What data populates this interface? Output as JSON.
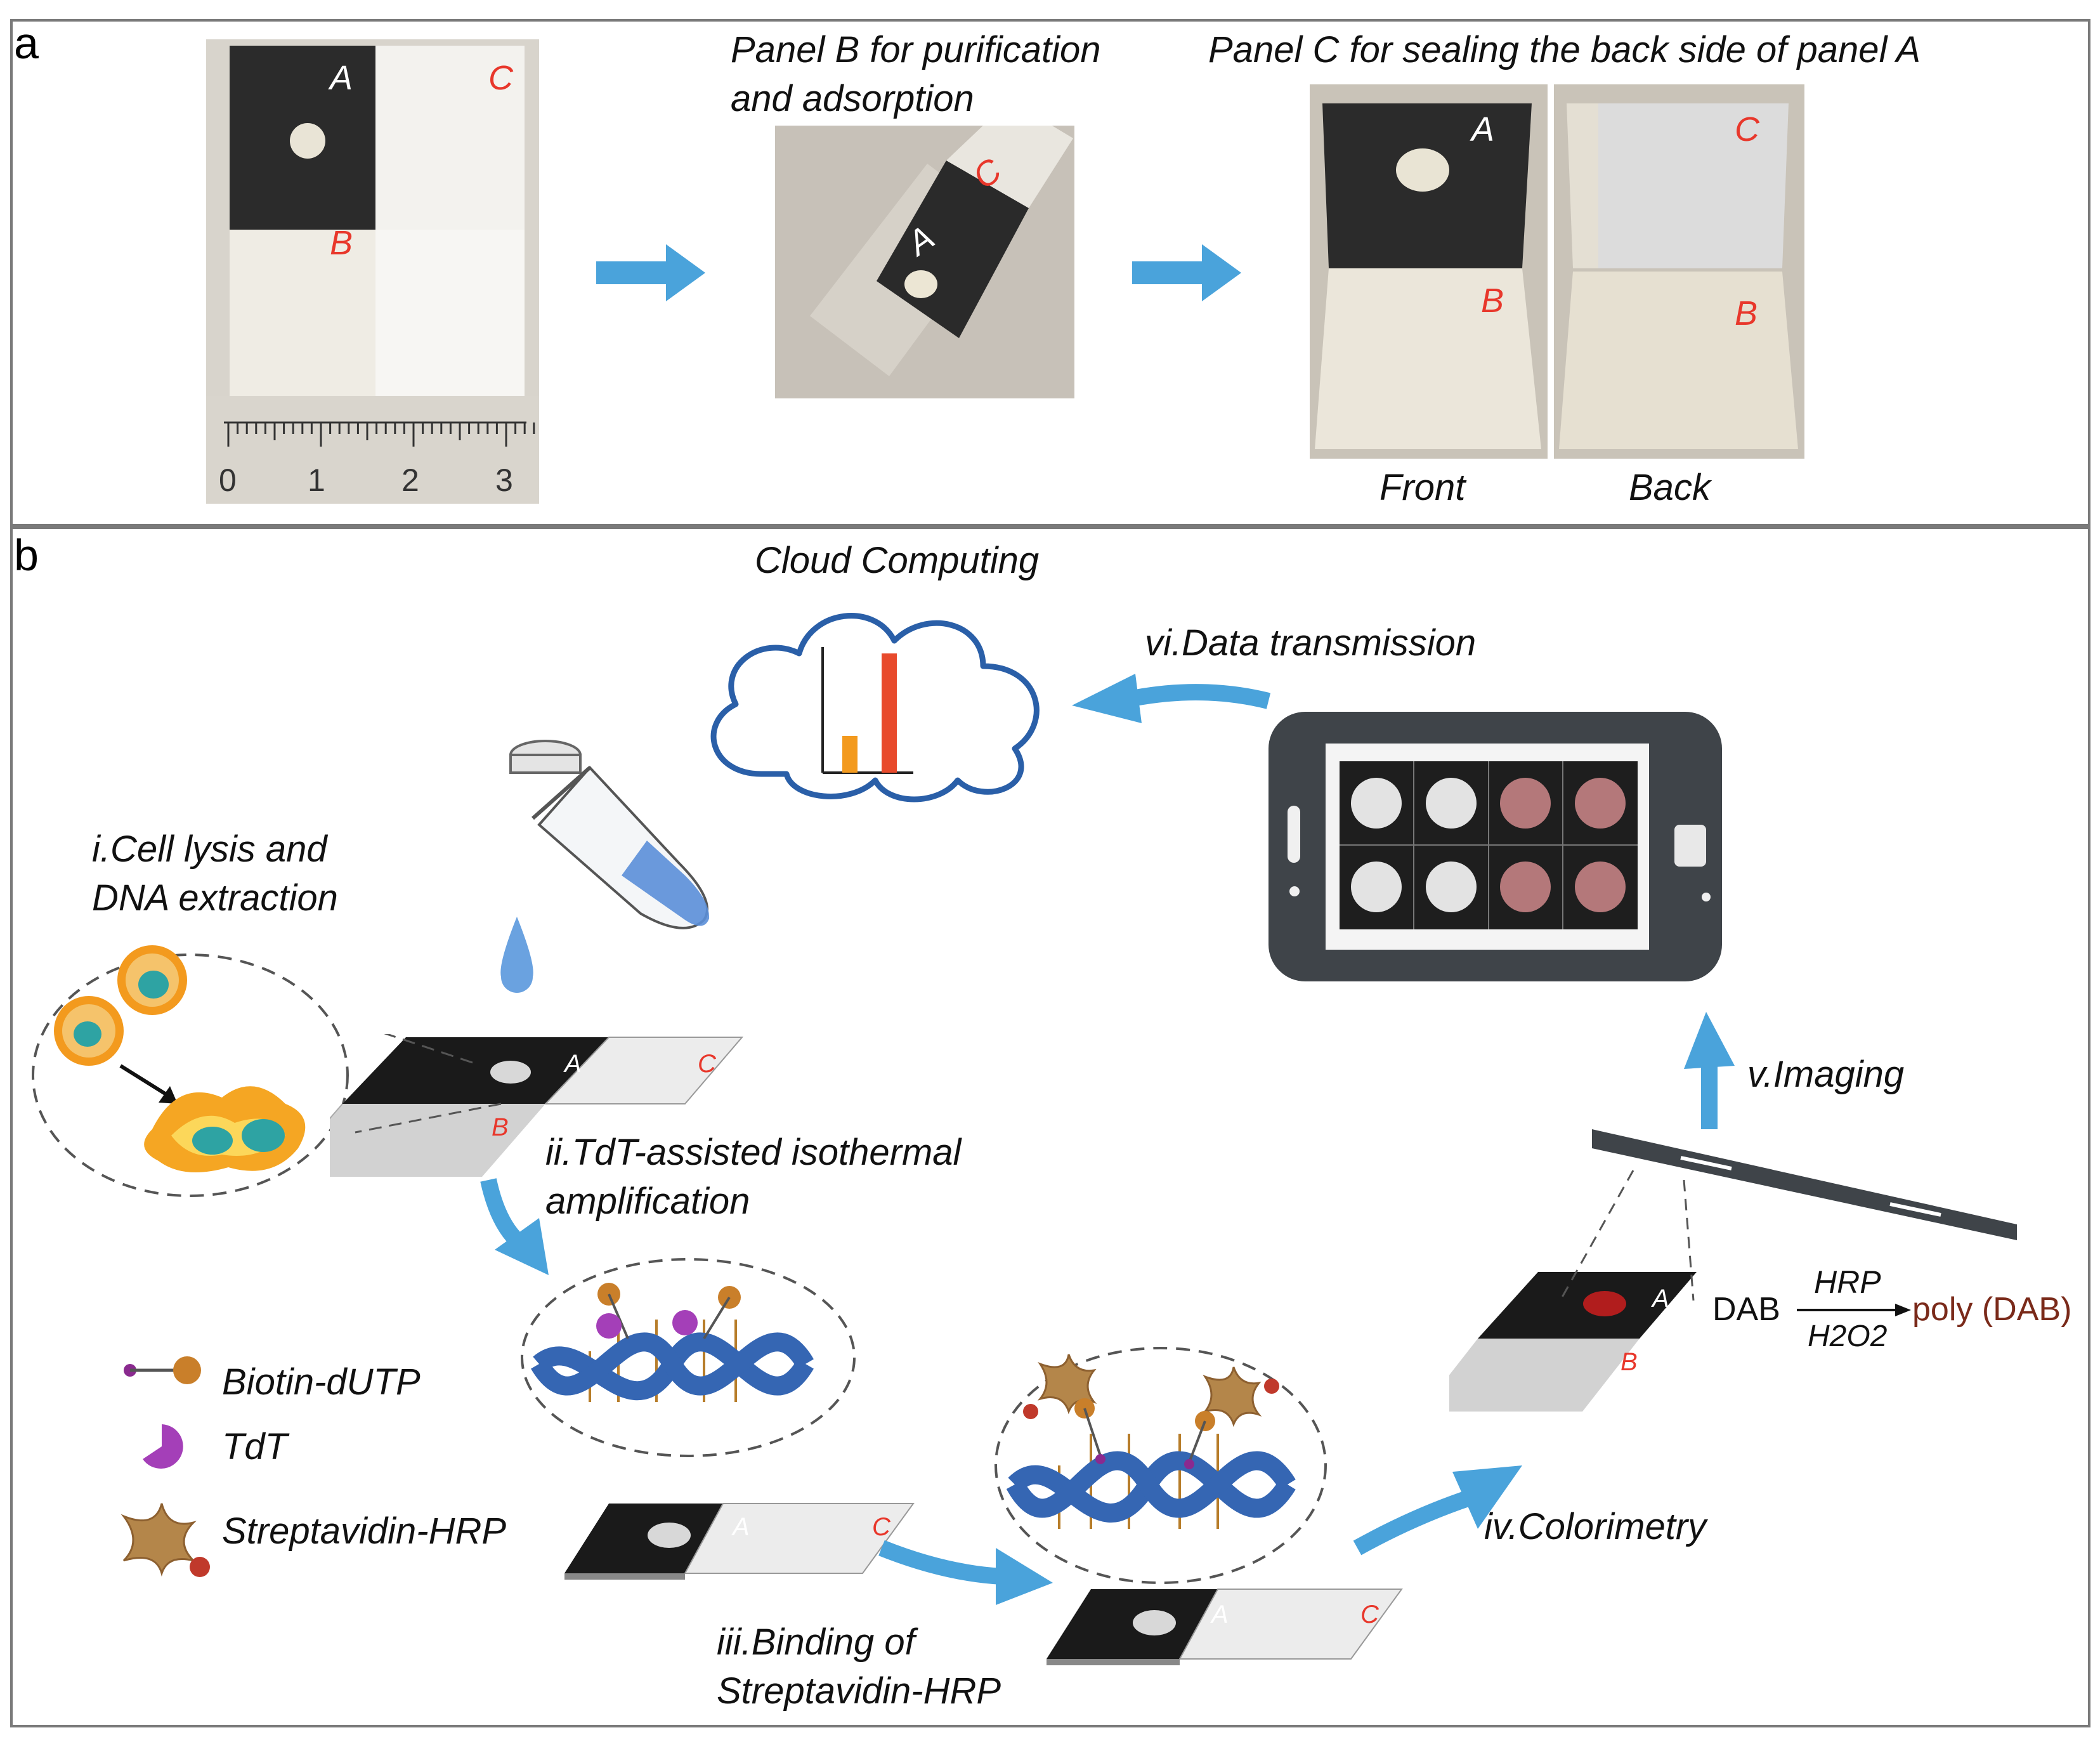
{
  "panel_a": {
    "letter": "a",
    "photo1": {
      "label_a": "A",
      "label_b": "B",
      "label_c": "C",
      "ruler_ticks": [
        "0",
        "1",
        "2",
        "3"
      ]
    },
    "caption_b": "Panel B for purification and adsorption",
    "caption_b_line1": "Panel B for purification",
    "caption_b_line2": "and adsorption",
    "photo2": {
      "label_a": "A",
      "label_c": "C"
    },
    "caption_c": "Panel C for sealing the back side of panel A",
    "photo3": {
      "label_a": "A",
      "label_b": "B",
      "caption": "Front"
    },
    "photo4": {
      "label_c": "C",
      "label_b": "B",
      "caption": "Back"
    }
  },
  "panel_b": {
    "letter": "b",
    "cloud_label": "Cloud Computing",
    "steps": {
      "i_line1": "i.Cell lysis and",
      "i_line2": "DNA extraction",
      "ii_line1": "ii.TdT-assisted isothermal",
      "ii_line2": "amplification",
      "iii_line1": "iii.Binding of",
      "iii_line2": "Streptavidin-HRP",
      "iv": "iv.Colorimetry",
      "v": "v.Imaging",
      "vi": "vi.Data transmission"
    },
    "legend": [
      "Biotin-dUTP",
      "TdT",
      "Streptavidin-HRP"
    ],
    "reaction": {
      "substrate": "DAB",
      "enzyme": "HRP",
      "cofactor": "H2O2",
      "product": "poly (DAB)"
    },
    "device_labels": {
      "a": "A",
      "b": "B",
      "c": "C"
    },
    "colors": {
      "arrow": "#4aa3db",
      "cloud": "#2a5fa8",
      "dna": "#3566b3",
      "red_label": "#e8372b",
      "bar_orange": "#f39a1e",
      "bar_red": "#e84a2c"
    },
    "phone_wells": [
      "clear",
      "clear",
      "pink",
      "pink",
      "clear",
      "clear",
      "pink",
      "pink"
    ]
  }
}
